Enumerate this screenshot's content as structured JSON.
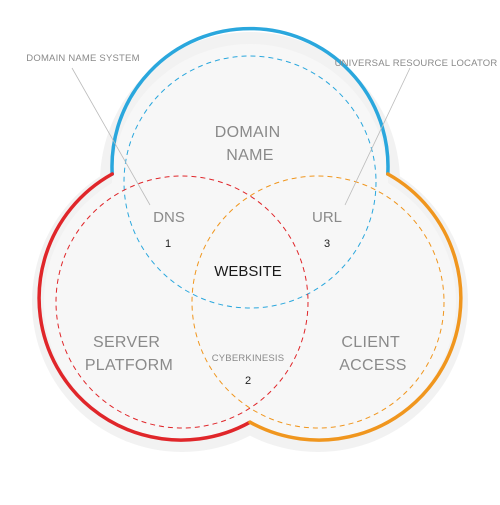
{
  "diagram": {
    "circles": [
      {
        "label_lines": [
          "DOMAIN",
          "NAME"
        ],
        "color": "#2aa7dd"
      },
      {
        "label_lines": [
          "SERVER",
          "PLATFORM"
        ],
        "color": "#e0262a"
      },
      {
        "label_lines": [
          "CLIENT",
          "ACCESS"
        ],
        "color": "#f0961e"
      }
    ],
    "intersections": {
      "dns": {
        "label": "DNS",
        "number": "1"
      },
      "url": {
        "label": "URL",
        "number": "3"
      },
      "cyberkinesis": {
        "label": "CYBERKINESIS",
        "number": "2"
      },
      "center": {
        "label": "WEBSITE"
      }
    },
    "callouts": {
      "left": "DOMAIN NAME SYSTEM",
      "right": "UNIVERSAL RESOURCE LOCATOR"
    },
    "colors": {
      "fill": "#f7f7f7",
      "text": "#8a8a8a",
      "center_text": "#1a1a1a"
    }
  }
}
